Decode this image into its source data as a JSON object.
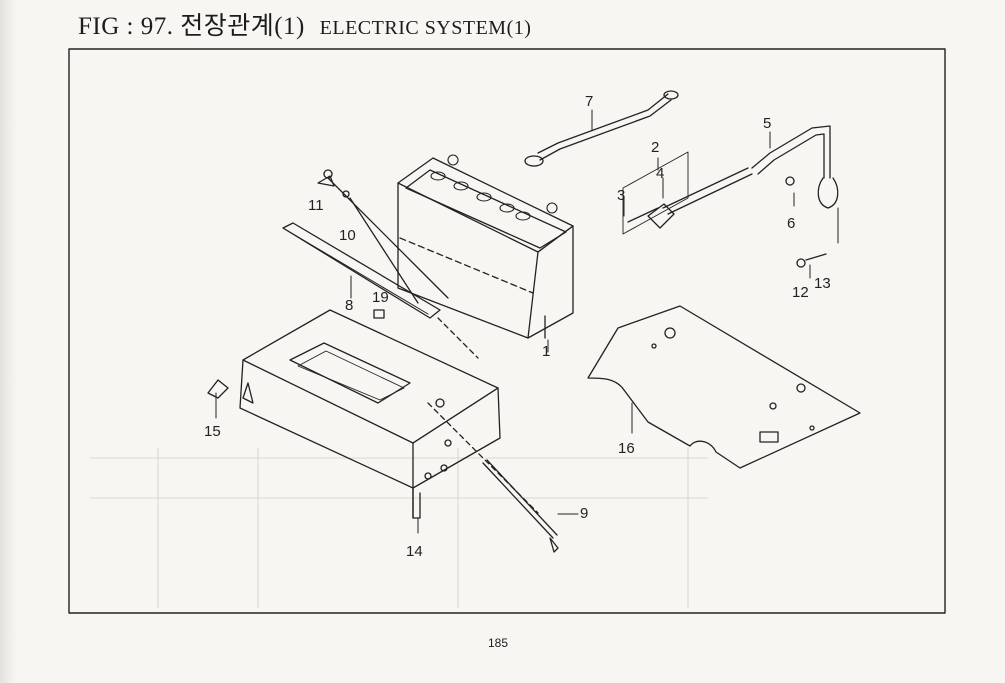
{
  "header": {
    "fig_label": "FIG : 97. 전장관계(1)",
    "subtitle": "ELECTRIC SYSTEM(1)"
  },
  "callouts": [
    "7",
    "2",
    "5",
    "4",
    "3",
    "6",
    "11",
    "10",
    "8",
    "19",
    "1",
    "12",
    "13",
    "15",
    "16",
    "14",
    "9"
  ],
  "footer": {
    "page_number": "185"
  }
}
